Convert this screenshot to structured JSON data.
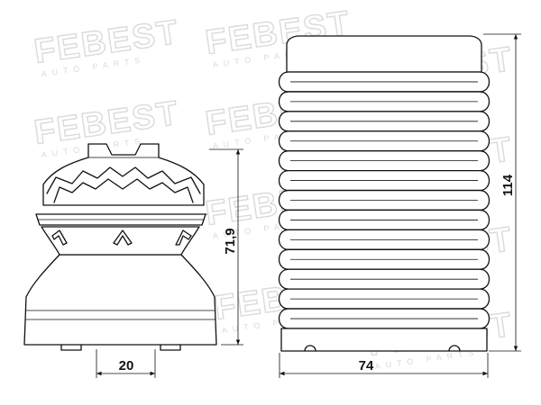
{
  "watermark": {
    "brand": "FEBEST",
    "tagline": "AUTO PARTS"
  },
  "dimensions": {
    "bump_stop_diameter": "20",
    "bump_stop_height": "71,9",
    "dust_boot_diameter": "74",
    "dust_boot_height": "114"
  }
}
